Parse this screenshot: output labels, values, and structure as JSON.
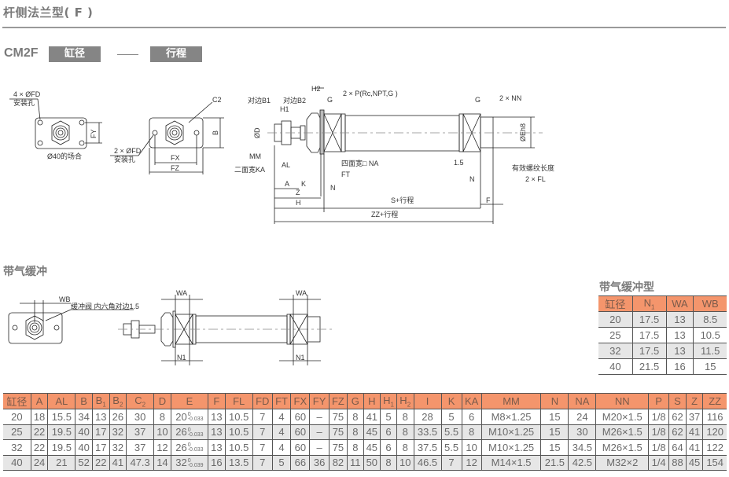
{
  "header": {
    "title": "杆侧法兰型( F )",
    "model": "CM2F",
    "bore_tag": "缸径",
    "stroke_tag": "行程"
  },
  "drawing_main": {
    "front_view_labels": {
      "mount_hole_4": "4 × ØFD",
      "mount_hole_4_sub": "安装孔",
      "fy": "FY",
      "note_40": "Ø40的场合"
    },
    "flange_view_labels": {
      "c2": "C2",
      "mount_hole_2": "2 × ØFD",
      "mount_hole_2_sub": "安装孔",
      "b": "B",
      "fx": "FX",
      "fz": "FZ"
    },
    "side_view_labels": {
      "h2": "H2",
      "b1": "对边B1",
      "b2": "对边B2",
      "h1": "H1",
      "g": "G",
      "port": "2 × P(Rc,NPT,G )",
      "d": "ØD",
      "mm": "MM",
      "ka": "二面宽KA",
      "al": "AL",
      "a": "A",
      "k": "K",
      "z": "Z",
      "h": "H",
      "na": "四面宽□ NA",
      "ft": "FT",
      "n": "N",
      "s_stroke": "S+行程",
      "zz_stroke": "ZZ+行程",
      "g_rear": "G",
      "nn": "2 × NN",
      "e": "ØEh8",
      "v15": "1.5",
      "thread_len": "有效螺纹长度",
      "fl": "2 × FL",
      "n_rear": "N",
      "f": "F"
    }
  },
  "cushion_section": {
    "title": "带气缓冲",
    "labels": {
      "wb": "WB",
      "valve_note": "缓冲阀 内六角对边1.5",
      "wa": "WA",
      "n1": "N1"
    }
  },
  "cushion_table": {
    "title": "带气缓冲型",
    "columns": [
      "缸径",
      "N1",
      "WA",
      "WB"
    ],
    "rows": [
      [
        "20",
        "17.5",
        "13",
        "8.5"
      ],
      [
        "25",
        "17.5",
        "13",
        "10.5"
      ],
      [
        "32",
        "17.5",
        "13",
        "11.5"
      ],
      [
        "40",
        "21.5",
        "16",
        "15"
      ]
    ]
  },
  "main_table": {
    "columns": [
      "缸径",
      "A",
      "AL",
      "B",
      "B1",
      "B2",
      "C2",
      "D",
      "E",
      "F",
      "FL",
      "FD",
      "FT",
      "FX",
      "FY",
      "FZ",
      "G",
      "H",
      "H1",
      "H2",
      "I",
      "K",
      "KA",
      "MM",
      "N",
      "NA",
      "NN",
      "P",
      "S",
      "Z",
      "ZZ"
    ],
    "rows": [
      [
        "20",
        "18",
        "15.5",
        "34",
        "13",
        "26",
        "30",
        "8",
        "20",
        "13",
        "10.5",
        "7",
        "4",
        "60",
        "–",
        "75",
        "8",
        "41",
        "5",
        "8",
        "28",
        "5",
        "6",
        "M8×1.25",
        "15",
        "24",
        "M20×1.5",
        "1/8",
        "62",
        "37",
        "116"
      ],
      [
        "25",
        "22",
        "19.5",
        "40",
        "17",
        "32",
        "37",
        "10",
        "26",
        "13",
        "10.5",
        "7",
        "4",
        "60",
        "–",
        "75",
        "8",
        "45",
        "6",
        "8",
        "33.5",
        "5.5",
        "8",
        "M10×1.25",
        "15",
        "30",
        "M26×1.5",
        "1/8",
        "62",
        "41",
        "120"
      ],
      [
        "32",
        "22",
        "19.5",
        "40",
        "17",
        "32",
        "37",
        "12",
        "26",
        "13",
        "10.5",
        "7",
        "4",
        "60",
        "–",
        "75",
        "8",
        "45",
        "6",
        "8",
        "37.5",
        "5.5",
        "10",
        "M10×1.25",
        "15",
        "34.5",
        "M26×1.5",
        "1/8",
        "64",
        "41",
        "122"
      ],
      [
        "40",
        "24",
        "21",
        "52",
        "22",
        "41",
        "47.3",
        "14",
        "32",
        "16",
        "13.5",
        "7",
        "5",
        "66",
        "36",
        "82",
        "11",
        "50",
        "8",
        "10",
        "46.5",
        "7",
        "12",
        "M14×1.5",
        "21.5",
        "42.5",
        "M32×2",
        "1/4",
        "88",
        "45",
        "154"
      ]
    ],
    "e_tolerance": [
      {
        "upper": "0",
        "lower": "-0.033"
      },
      {
        "upper": "0",
        "lower": "-0.033"
      },
      {
        "upper": "0",
        "lower": "-0.033"
      },
      {
        "upper": "0",
        "lower": "-0.039"
      }
    ]
  },
  "colors": {
    "header_fill": "#f4956c",
    "alt_row": "#e6e6e6",
    "tag_fill": "#858585"
  }
}
